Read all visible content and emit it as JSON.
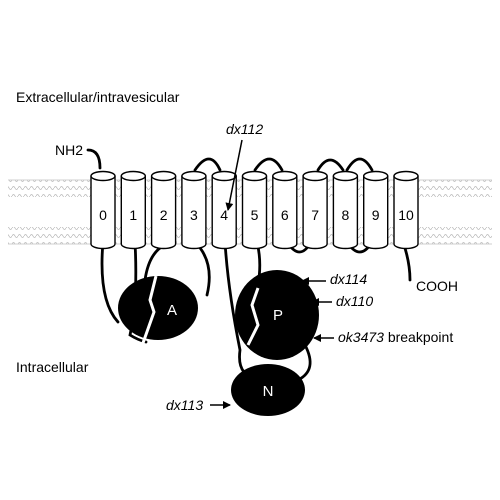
{
  "regions": {
    "top": "Extracellular/intravesicular",
    "bottom": "Intracellular"
  },
  "termini": {
    "n": "NH2",
    "c": "COOH"
  },
  "helices": [
    "0",
    "1",
    "2",
    "3",
    "4",
    "5",
    "6",
    "7",
    "8",
    "9",
    "10"
  ],
  "domains": {
    "a": "A",
    "p": "P",
    "n": "N"
  },
  "mutations": {
    "dx112": "dx112",
    "dx114": "dx114",
    "dx110": "dx110",
    "ok3473": "ok3473",
    "ok3473_suffix": " breakpoint",
    "dx113": "dx113"
  },
  "colors": {
    "membrane": "#c8c8c8",
    "helix_fill": "#ffffff",
    "domain_fill": "#000000",
    "line": "#000000"
  }
}
